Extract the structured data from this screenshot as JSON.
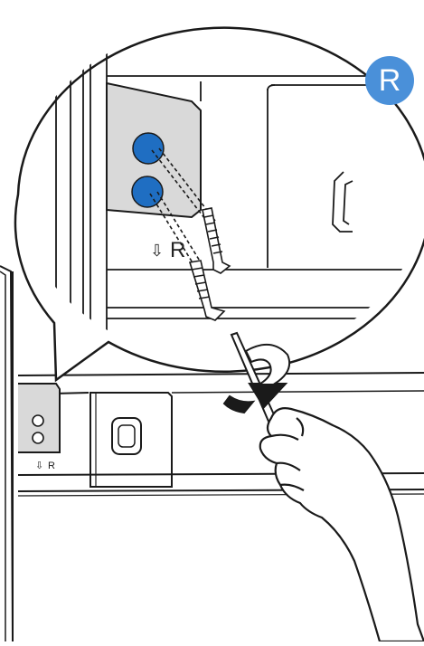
{
  "step": {
    "letter": "R"
  },
  "labels": {
    "zoom_mark_arrow": "⇩",
    "zoom_mark_letter": "R",
    "bracket_mark_arrow": "⇩",
    "bracket_mark_letter": "R"
  },
  "colors": {
    "badge": "#4a90d9",
    "screw_hole": "#1f6ec2",
    "bracket_fill": "#d9d9d9",
    "line": "#1a1a1a"
  },
  "icons": [
    "screwdriver-icon",
    "screw-icon",
    "rotation-arrow-icon",
    "hand-icon"
  ]
}
